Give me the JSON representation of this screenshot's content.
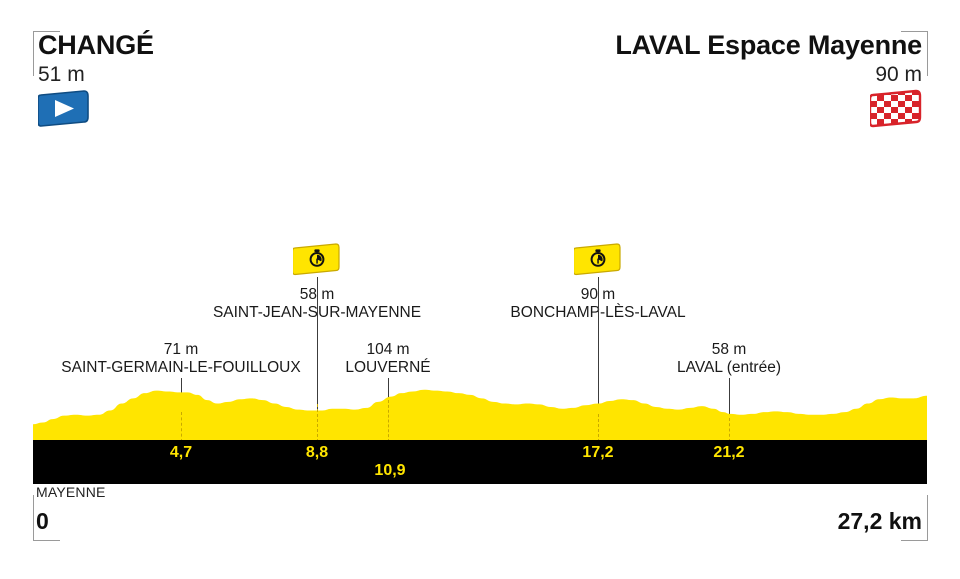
{
  "chart_data": {
    "type": "area",
    "title": "CHANGÉ — LAVAL Espace Mayenne",
    "xlabel": "km",
    "ylabel": "m",
    "xlim": [
      0,
      27.2
    ],
    "ylim": [
      0,
      160
    ],
    "grid": false,
    "legend": "none",
    "units": {
      "distance": "km",
      "elevation": "m"
    },
    "start": {
      "name": "CHANGÉ",
      "altitude_m": 51,
      "km": 0,
      "label": "51 m"
    },
    "finish": {
      "name": "LAVAL Espace Mayenne",
      "altitude_m": 90,
      "km": 27.2,
      "label": "90 m"
    },
    "x_tick_labels": [
      "4,7",
      "8,8",
      "10,9",
      "17,2",
      "21,2"
    ],
    "x_ticks_km": [
      4.7,
      8.8,
      10.9,
      17.2,
      21.2
    ],
    "total_distance_label": "27,2 km",
    "start_distance_label": "0",
    "region": "MAYENNE",
    "points_of_interest": [
      {
        "name": "SAINT-GERMAIN-LE-FOUILLOUX",
        "altitude_m": 71,
        "altitude_label": "71 m",
        "km": 4.7,
        "km_label": "4,7",
        "type": "town"
      },
      {
        "name": "SAINT-JEAN-SUR-MAYENNE",
        "altitude_m": 58,
        "altitude_label": "58 m",
        "km": 8.8,
        "km_label": "8,8",
        "type": "sprint"
      },
      {
        "name": "LOUVERNÉ",
        "altitude_m": 104,
        "altitude_label": "104 m",
        "km": 10.9,
        "km_label": "10,9",
        "type": "town"
      },
      {
        "name": "BONCHAMP-LÈS-LAVAL",
        "altitude_m": 90,
        "altitude_label": "90 m",
        "km": 17.2,
        "km_label": "17,2",
        "type": "sprint"
      },
      {
        "name": "LAVAL (entrée)",
        "altitude_m": 58,
        "altitude_label": "58 m",
        "km": 21.2,
        "km_label": "21,2",
        "type": "town"
      }
    ],
    "profile_points": [
      [
        0.0,
        34
      ],
      [
        0.3,
        36
      ],
      [
        0.6,
        40
      ],
      [
        0.95,
        44
      ],
      [
        1.3,
        45
      ],
      [
        1.65,
        44
      ],
      [
        2.0,
        45
      ],
      [
        2.35,
        50
      ],
      [
        2.7,
        58
      ],
      [
        3.05,
        64
      ],
      [
        3.4,
        70
      ],
      [
        3.75,
        73
      ],
      [
        4.1,
        72
      ],
      [
        4.45,
        71
      ],
      [
        4.7,
        71
      ],
      [
        5.0,
        68
      ],
      [
        5.3,
        62
      ],
      [
        5.6,
        58
      ],
      [
        5.95,
        60
      ],
      [
        6.3,
        63
      ],
      [
        6.65,
        64
      ],
      [
        7.0,
        62
      ],
      [
        7.35,
        58
      ],
      [
        7.7,
        54
      ],
      [
        8.05,
        51
      ],
      [
        8.4,
        50
      ],
      [
        8.8,
        50
      ],
      [
        9.1,
        52
      ],
      [
        9.45,
        52
      ],
      [
        9.8,
        51
      ],
      [
        10.15,
        53
      ],
      [
        10.5,
        60
      ],
      [
        10.9,
        66
      ],
      [
        11.2,
        70
      ],
      [
        11.55,
        72
      ],
      [
        11.9,
        74
      ],
      [
        12.25,
        73
      ],
      [
        12.6,
        72
      ],
      [
        12.95,
        70
      ],
      [
        13.3,
        68
      ],
      [
        13.65,
        64
      ],
      [
        14.0,
        60
      ],
      [
        14.35,
        58
      ],
      [
        14.7,
        57
      ],
      [
        15.05,
        58
      ],
      [
        15.4,
        57
      ],
      [
        15.75,
        54
      ],
      [
        16.1,
        52
      ],
      [
        16.45,
        53
      ],
      [
        16.8,
        56
      ],
      [
        17.2,
        58
      ],
      [
        17.55,
        61
      ],
      [
        17.9,
        63
      ],
      [
        18.25,
        62
      ],
      [
        18.6,
        58
      ],
      [
        18.95,
        54
      ],
      [
        19.3,
        52
      ],
      [
        19.65,
        51
      ],
      [
        20.0,
        53
      ],
      [
        20.35,
        55
      ],
      [
        20.7,
        52
      ],
      [
        21.0,
        48
      ],
      [
        21.2,
        46
      ],
      [
        21.55,
        45
      ],
      [
        21.9,
        46
      ],
      [
        22.25,
        48
      ],
      [
        22.6,
        49
      ],
      [
        22.95,
        48
      ],
      [
        23.3,
        46
      ],
      [
        23.65,
        45
      ],
      [
        24.0,
        45
      ],
      [
        24.35,
        46
      ],
      [
        24.7,
        48
      ],
      [
        25.05,
        52
      ],
      [
        25.4,
        58
      ],
      [
        25.75,
        63
      ],
      [
        26.1,
        65
      ],
      [
        26.45,
        64
      ],
      [
        26.8,
        64
      ],
      [
        27.2,
        67
      ]
    ]
  },
  "icons": {
    "start_flag": "departure-flag-icon",
    "finish_flag": "checkered-flag-icon",
    "sprint_flag": "sprint-stopwatch-flag-icon"
  },
  "colors": {
    "profile_fill": "#FFE500",
    "bar_background": "#000000",
    "tick_text": "#FFE500",
    "start_flag": "#1F6FB5",
    "finish_flag": "#D8232A",
    "sprint_flag": "#FFE500",
    "frame": "#9A9A9A",
    "text": "#111111"
  }
}
